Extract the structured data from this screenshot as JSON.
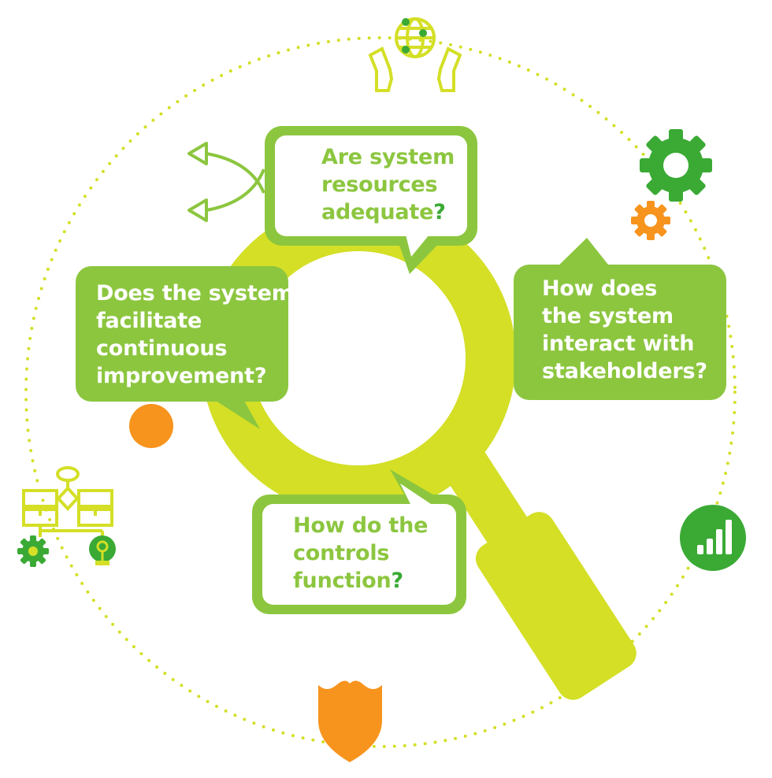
{
  "colors": {
    "lime": "#d4df26",
    "green": "#8cc63f",
    "dark_green": "#3aaa35",
    "orange": "#f7941d",
    "white": "#ffffff"
  },
  "bubbles": {
    "top": {
      "lines": [
        "Are system",
        "resources",
        "adequate"
      ],
      "mark": "?"
    },
    "left": {
      "lines": [
        "Does the system",
        "facilitate",
        "continuous",
        "improvement"
      ],
      "mark": "?"
    },
    "right": {
      "lines": [
        "How does",
        "the system",
        "interact with",
        "stakeholders"
      ],
      "mark": "?"
    },
    "bottom": {
      "lines": [
        "How do the",
        "controls",
        "function"
      ],
      "mark": "?"
    }
  },
  "icons": [
    "globe-hands-icon",
    "gear-icon",
    "bar-chart-icon",
    "shield-icon",
    "flowchart-icon",
    "branch-arrows-icon",
    "orange-dot-icon"
  ]
}
